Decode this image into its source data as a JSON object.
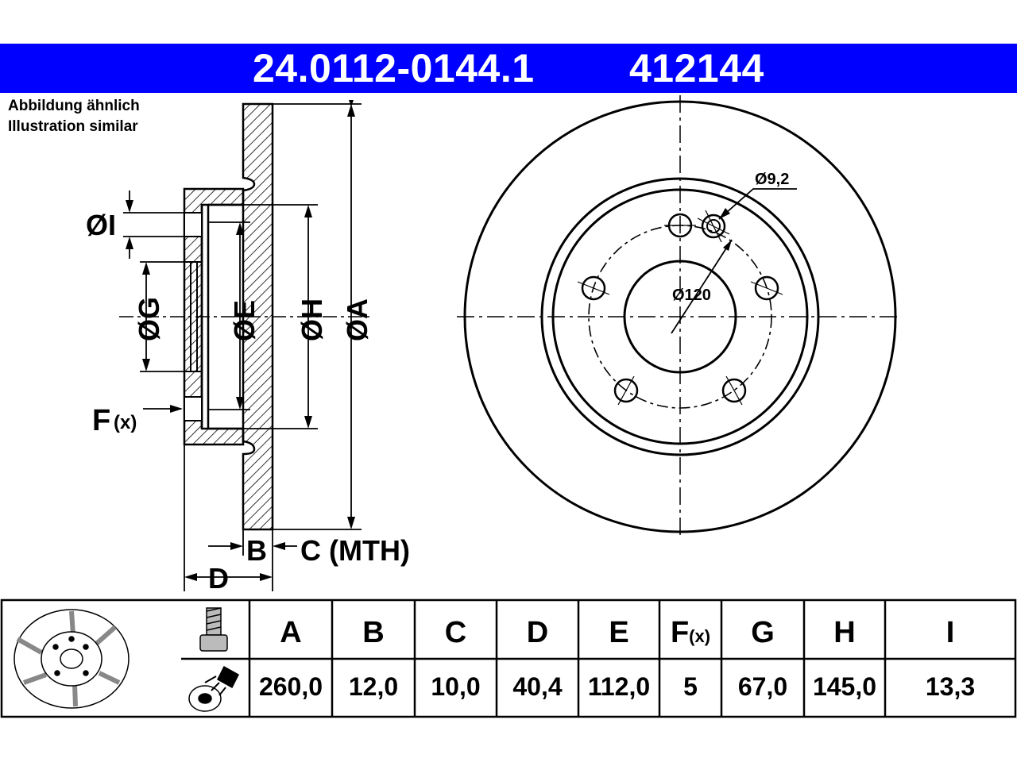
{
  "header": {
    "part_number": "24.0112-0144.1",
    "ref_number": "412144",
    "color": "#0000ff"
  },
  "note": {
    "line1": "Abbildung ähnlich",
    "line2": "Illustration similar"
  },
  "section_labels": {
    "I": "ØI",
    "G": "ØG",
    "E": "ØE",
    "H": "ØH",
    "A": "ØA",
    "F": "F",
    "F_sub": "(x)",
    "B": "B",
    "C": "C (MTH)",
    "D": "D"
  },
  "front_labels": {
    "bolt_hole": "Ø9,2",
    "pcd": "Ø120"
  },
  "table": {
    "columns": [
      {
        "key": "A",
        "label": "A",
        "value": "260,0"
      },
      {
        "key": "B",
        "label": "B",
        "value": "12,0"
      },
      {
        "key": "C",
        "label": "C",
        "value": "10,0"
      },
      {
        "key": "D",
        "label": "D",
        "value": "40,4"
      },
      {
        "key": "E",
        "label": "E",
        "value": "112,0"
      },
      {
        "key": "F",
        "label": "F",
        "label_sub": "(x)",
        "value": "5"
      },
      {
        "key": "G",
        "label": "G",
        "value": "67,0"
      },
      {
        "key": "H",
        "label": "H",
        "value": "145,0"
      },
      {
        "key": "I",
        "label": "I",
        "value": "13,3"
      }
    ]
  },
  "icons": [
    "brake-disc-icon",
    "bolt-icon",
    "fluid-spray-icon"
  ]
}
